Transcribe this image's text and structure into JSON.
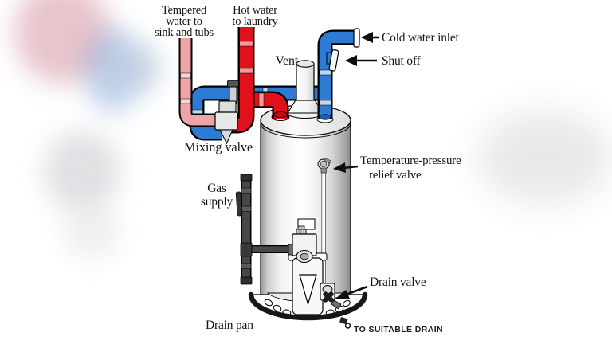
{
  "figure": {
    "type": "gas-water-heater-plumbing-diagram",
    "labels": {
      "tempered_line1": "Tempered",
      "tempered_line2": "water to",
      "tempered_line3": "sink and tubs",
      "hot_line1": "Hot water",
      "hot_line2": "to laundry",
      "vent": "Vent",
      "cold_water_inlet": "Cold water inlet",
      "shut_off": "Shut off",
      "mixing_valve": "Mixing valve",
      "gas_line1": "Gas",
      "gas_line2": "supply",
      "tp_line1": "Temperature-pressure",
      "tp_line2": "relief valve",
      "drain_valve": "Drain valve",
      "drain_pan": "Drain pan",
      "to_suitable_drain": "TO SUITABLE DRAIN"
    },
    "colors": {
      "hot_pipe": "#e0111a",
      "cold_pipe": "#2d7bd2",
      "tempered_pipe": "#efa4a8",
      "gas_pipe": "#474747",
      "outline": "#000000",
      "pan_rim": "#161616",
      "background": "#ffffff"
    }
  }
}
